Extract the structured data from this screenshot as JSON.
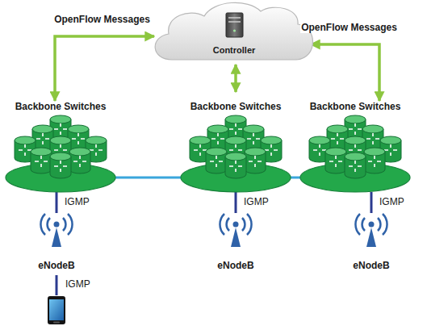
{
  "diagram": {
    "nodes": [
      {
        "text": [
          "Controller"
        ]
      },
      {
        "text": [
          "Backbone Switches"
        ]
      },
      {
        "text": [
          "Backbone Switches"
        ]
      },
      {
        "text": [
          "Backbone Switches"
        ]
      },
      {
        "text": [
          "eNodeB"
        ]
      },
      {
        "text": [
          "eNodeB"
        ]
      },
      {
        "text": [
          "eNodeB"
        ]
      }
    ],
    "edges": [
      {
        "from": 0,
        "to": 1,
        "arrow": "both",
        "label": "OpenFlow Messages"
      },
      {
        "from": 0,
        "to": 3,
        "arrow": "both",
        "label": "OpenFlow Messages"
      },
      {
        "from": 0,
        "to": 2,
        "arrow": "both"
      },
      {
        "from": 1,
        "to": 2,
        "arrow": "none"
      },
      {
        "from": 2,
        "to": 3,
        "arrow": "none"
      },
      {
        "from": 1,
        "to": 4,
        "arrow": "none",
        "label": "IGMP"
      },
      {
        "from": 2,
        "to": 5,
        "arrow": "none",
        "label": "IGMP"
      },
      {
        "from": 3,
        "to": 6,
        "arrow": "none",
        "label": "IGMP"
      }
    ],
    "labels": [
      "IGMP"
    ]
  }
}
